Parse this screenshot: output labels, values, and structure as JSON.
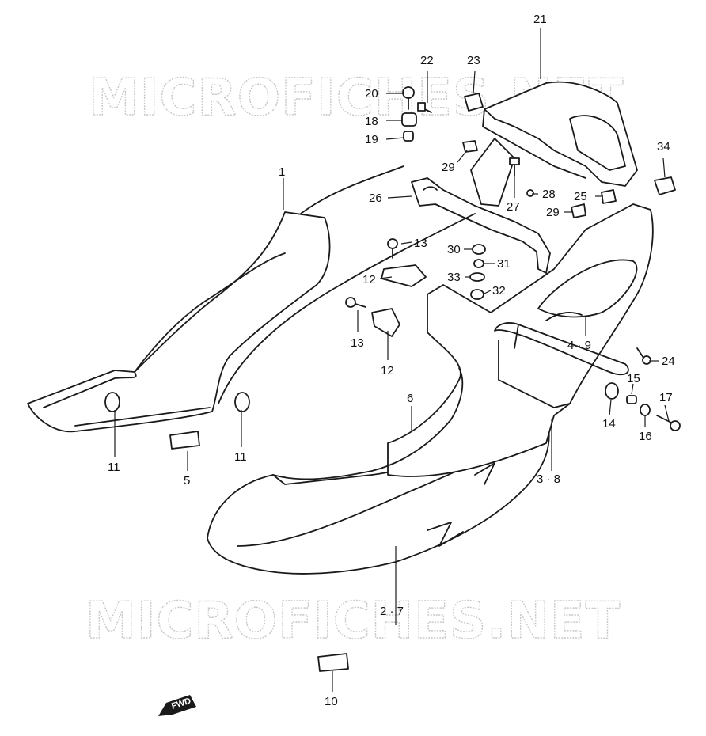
{
  "watermark": "MICROFICHES.NET",
  "fwd_label": "FWD",
  "callouts": {
    "c1": "1",
    "c2_7": "2 · 7",
    "c3_8": "3 · 8",
    "c4_9": "4 · 9",
    "c5": "5",
    "c6": "6",
    "c10": "10",
    "c11a": "11",
    "c11b": "11",
    "c12a": "12",
    "c12b": "12",
    "c13a": "13",
    "c13b": "13",
    "c14": "14",
    "c15": "15",
    "c16": "16",
    "c17": "17",
    "c18": "18",
    "c19": "19",
    "c20": "20",
    "c21": "21",
    "c22": "22",
    "c23": "23",
    "c24": "24",
    "c25": "25",
    "c26": "26",
    "c27": "27",
    "c28": "28",
    "c29a": "29",
    "c29b": "29",
    "c30": "30",
    "c31": "31",
    "c32": "32",
    "c33": "33",
    "c34": "34"
  },
  "colors": {
    "line": "#1a1a1a",
    "watermark": "#c8c8c8",
    "background": "#ffffff"
  }
}
